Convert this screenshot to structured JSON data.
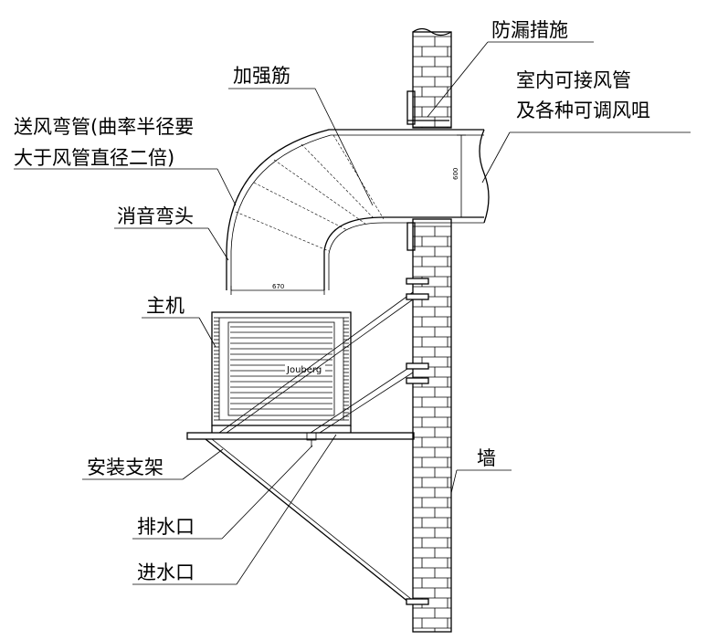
{
  "labels": {
    "leak_prevention": "防漏措施",
    "indoor_duct_line1": "室内可接风管",
    "indoor_duct_line2": "及各种可调风咀",
    "rib": "加强筋",
    "elbow_line1": "送风弯管(曲率半径要",
    "elbow_line2": "大于风管直径二倍)",
    "silencer_elbow": "消音弯头",
    "main_unit": "主机",
    "bracket": "安装支架",
    "drain": "排水口",
    "inlet": "进水口",
    "wall": "墙"
  },
  "dimensions": {
    "duct_width": "670",
    "duct_height": "600"
  },
  "unit_brand": "Jouberg"
}
